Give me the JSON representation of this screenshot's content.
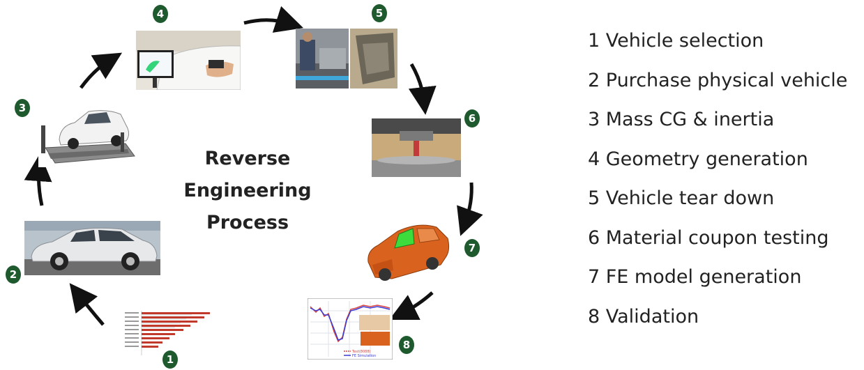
{
  "center_title": [
    "Reverse",
    "Engineering",
    "Process"
  ],
  "steps": [
    "1 Vehicle selection",
    "2 Purchase physical vehicle",
    "3 Mass CG & inertia",
    "4 Geometry generation",
    "5 Vehicle tear down",
    "6 Material coupon testing",
    "7 FE model generation",
    "8 Validation"
  ],
  "badges": [
    "1",
    "2",
    "3",
    "4",
    "5",
    "6",
    "7",
    "8"
  ],
  "legend8": [
    "Test(8088)",
    "FE Simulation"
  ],
  "colors": {
    "badge": "#1f5a2e",
    "bar_red": "#c0392b",
    "car_orange": "#d9631e",
    "test_line": "#d64541",
    "sim_line": "#3b3bd6"
  }
}
